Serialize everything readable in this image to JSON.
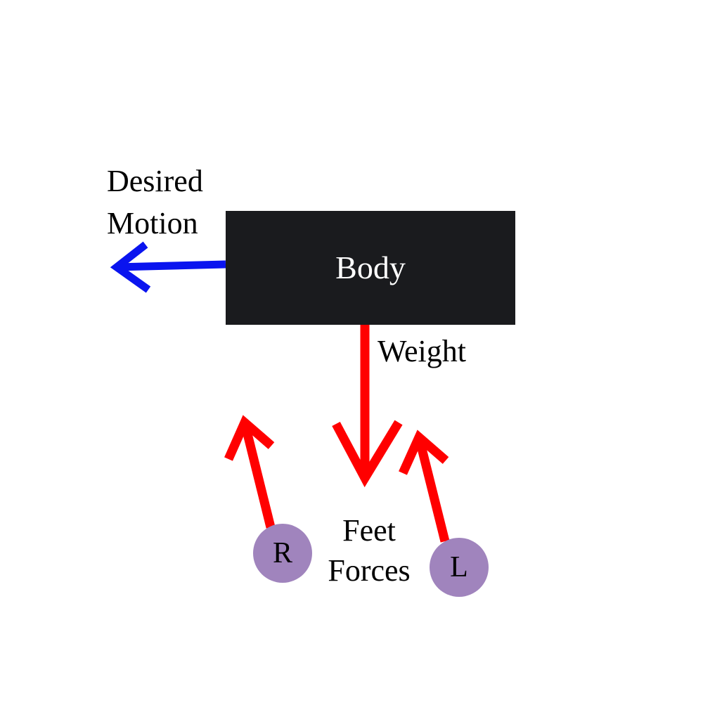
{
  "colors": {
    "background": "#ffffff",
    "body_fill": "#1a1b1e",
    "body_text": "#ffffff",
    "motion_arrow": "#0a14ef",
    "force_arrow": "#ff0000",
    "foot_fill": "#a084bd",
    "text": "#000000"
  },
  "labels": {
    "desired_motion_line1": "Desired",
    "desired_motion_line2": "Motion",
    "body": "Body",
    "weight": "Weight",
    "feet_forces_line1": "Feet",
    "feet_forces_line2": "Forces"
  },
  "feet": {
    "right": "R",
    "left": "L"
  }
}
